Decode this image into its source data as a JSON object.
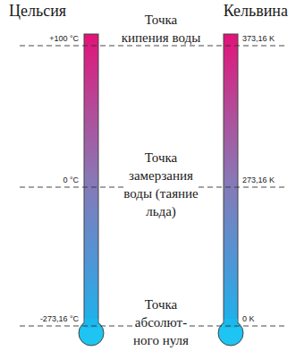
{
  "diagram": {
    "labels": [
      "Цельсия",
      "Кельвина",
      "Точка кипения воды",
      "+100 °C",
      "373,16 K",
      "Точка замерзания воды (таяние льда)",
      "0 °C",
      "273,16 K",
      "-273,16 °C",
      "Точка абсолют- ного нуля",
      "0 K"
    ]
  }
}
